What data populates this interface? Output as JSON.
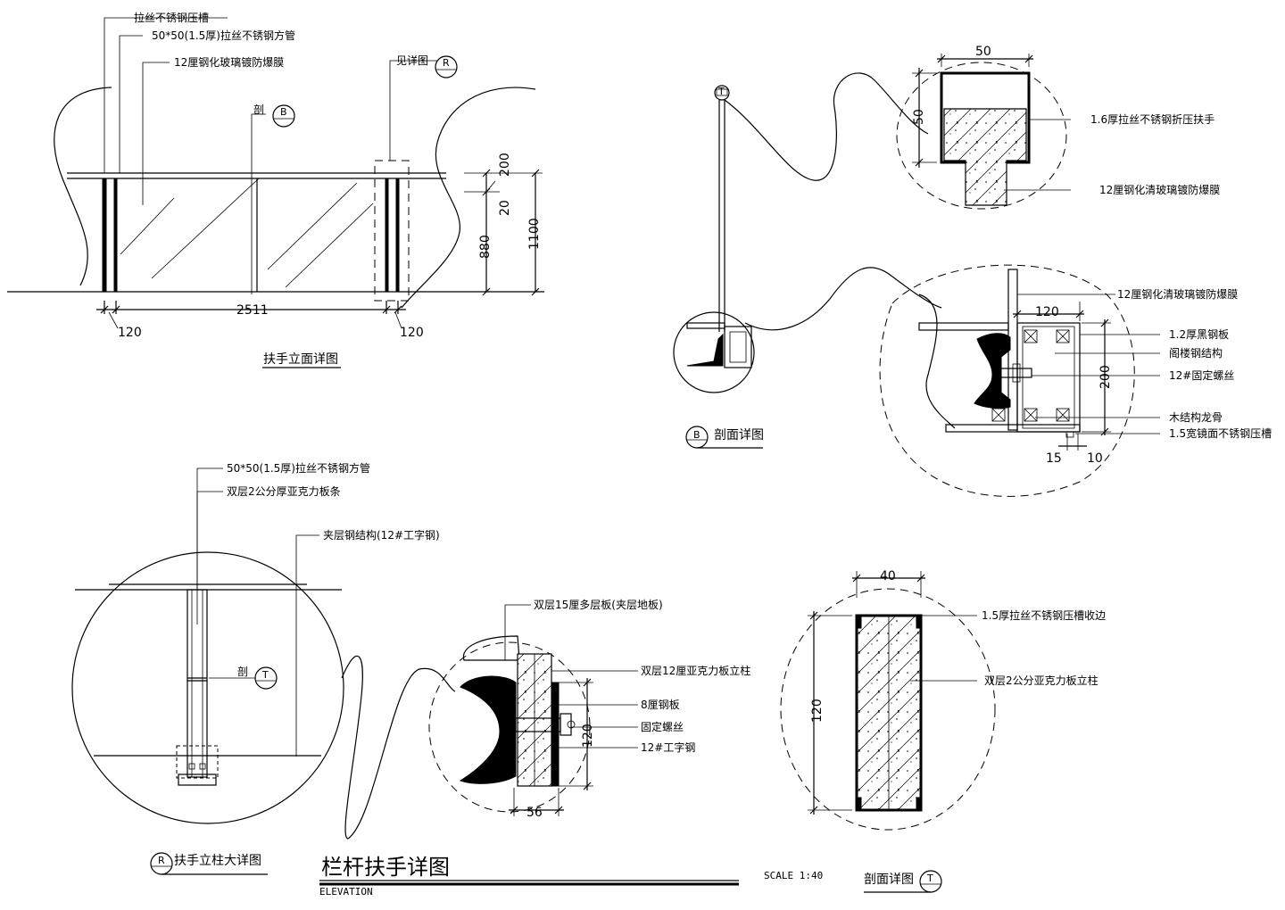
{
  "elevation": {
    "labels": {
      "l1": "拉丝不锈钢压槽",
      "l2": "50*50(1.5厚)拉丝不锈钢方管",
      "l3": "12厘钢化玻璃镀防爆膜",
      "section_ref": "剖",
      "section_mark": "B",
      "detail_ref": "见详图",
      "detail_mark": "R"
    },
    "dims": {
      "d200": "200",
      "d20": "20",
      "d880": "880",
      "d1100": "1100",
      "d2511": "2511",
      "d120a": "120",
      "d120b": "120"
    },
    "title": "扶手立面详图"
  },
  "section_b": {
    "title": "剖面详图",
    "mark": "B",
    "post_mark": "T",
    "top_labels": {
      "dim50w": "50",
      "dim50h": "50",
      "l1": "1.6厚拉丝不锈钢折压扶手",
      "l2": "12厘钢化清玻璃镀防爆膜"
    },
    "bottom_labels": {
      "l1": "12厘钢化清玻璃镀防爆膜",
      "l2": "1.2厚黑钢板",
      "l3": "阁楼钢结构",
      "l4": "12#固定螺丝",
      "l5": "木结构龙骨",
      "l6": "1.5宽镜面不锈钢压槽",
      "dim120": "120",
      "dim200": "200",
      "dim15": "15",
      "dim10": "10"
    }
  },
  "post_detail": {
    "labels": {
      "l1": "50*50(1.5厚)拉丝不锈钢方管",
      "l2": "双层2公分厚亚克力板条",
      "l3": "夹层钢结构(12#工字钢)",
      "section_ref": "剖",
      "section_mark": "T"
    },
    "title": "扶手立柱大详图",
    "mark": "R"
  },
  "base_detail": {
    "labels": {
      "l1": "双层15厘多层板(夹层地板)",
      "l2": "双层12厘亚克力板立柱",
      "l3": "8厘钢板",
      "l4": "固定螺丝",
      "l5": "12#工字钢",
      "dim120": "120",
      "dim56": "56"
    }
  },
  "section_t": {
    "labels": {
      "l1": "1.5厚拉丝不锈钢压槽收边",
      "l2": "双层2公分亚克力板立柱",
      "dim40": "40",
      "dim120": "120"
    },
    "title": "剖面详图",
    "mark": "T"
  },
  "sheet": {
    "title": "栏杆扶手详图",
    "subtitle": "ELEVATION",
    "scale": "SCALE 1:40"
  }
}
